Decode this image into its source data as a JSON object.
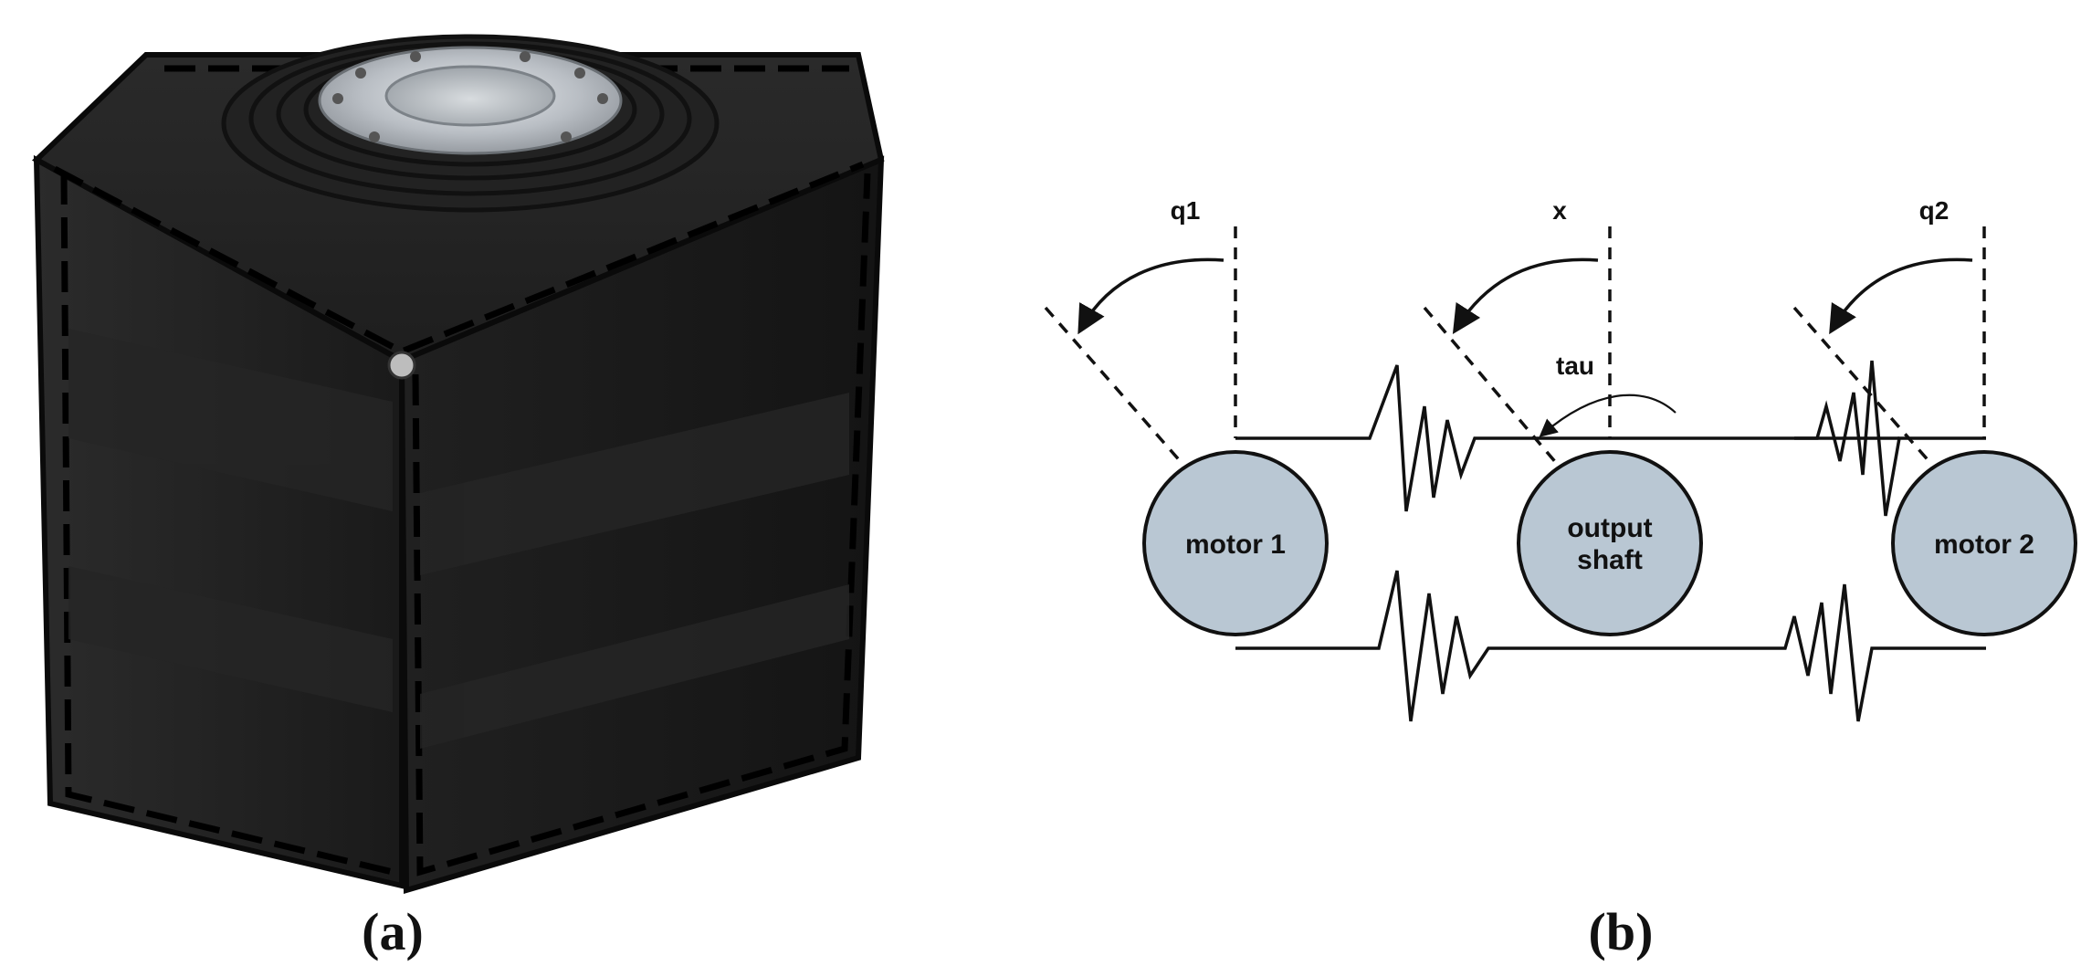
{
  "captions": {
    "a": "(a)",
    "b": "(b)"
  },
  "photo": {
    "subject": "black 3D-printed cube actuator housing with metal output flange"
  },
  "diagram": {
    "nodes": {
      "motor1": "motor 1",
      "shaft_line1": "output",
      "shaft_line2": "shaft",
      "motor2": "motor 2"
    },
    "angles": {
      "q1": "q1",
      "x": "x",
      "q2": "q2"
    },
    "torque": "tau"
  },
  "colors": {
    "node_fill": "#b9c7d3",
    "stroke": "#111111",
    "cube_body": "#1c1c1c",
    "cube_edge": "#0a0a0a",
    "flange": "#c9ccd0"
  }
}
